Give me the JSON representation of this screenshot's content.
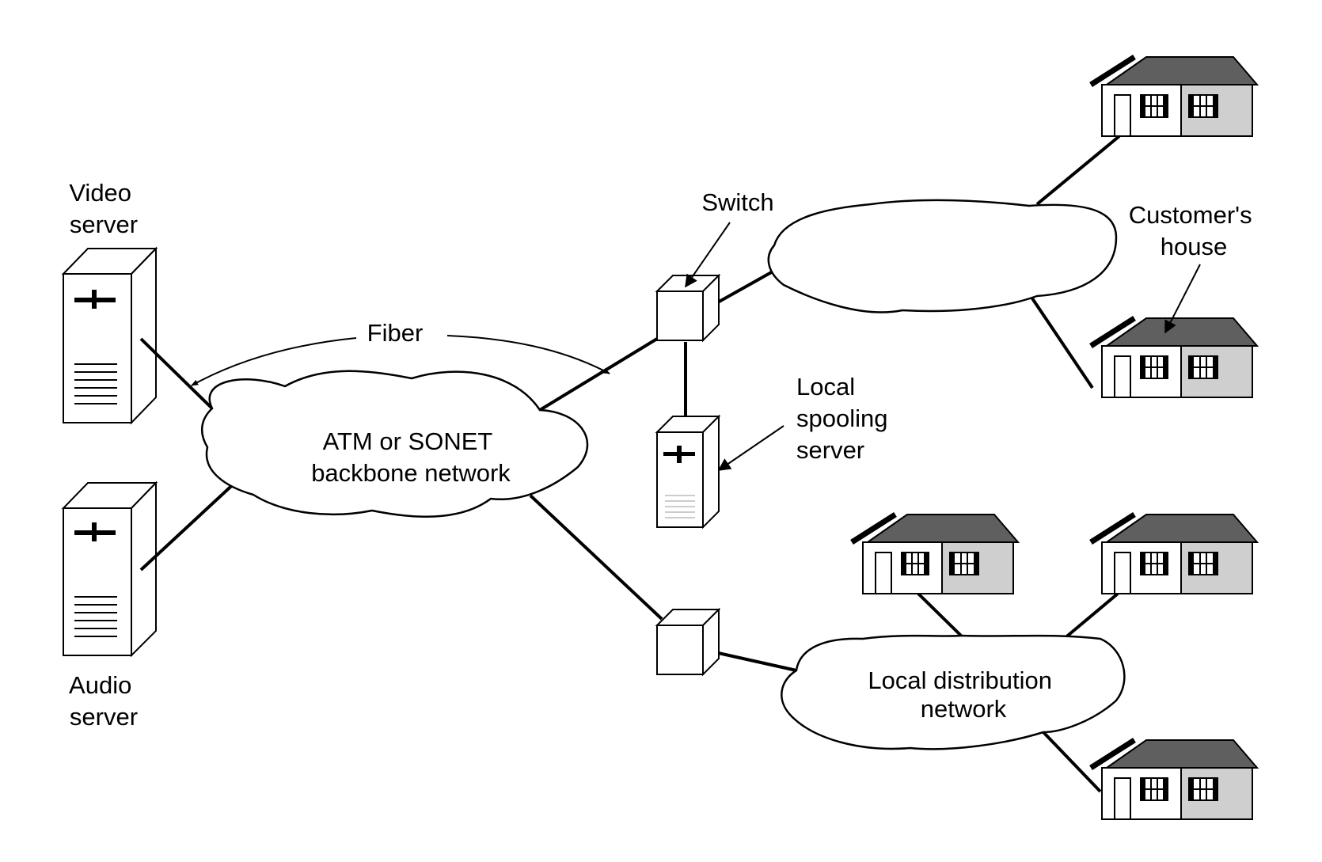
{
  "labels": {
    "video_server": [
      "Video",
      "server"
    ],
    "audio_server": [
      "Audio",
      "server"
    ],
    "fiber": "Fiber",
    "backbone": [
      "ATM or SONET",
      "backbone network"
    ],
    "switch": "Switch",
    "local_spooling_server": [
      "Local",
      "spooling",
      "server"
    ],
    "customers_house": [
      "Customer's",
      "house"
    ],
    "local_distribution": [
      "Local distribution",
      "network"
    ]
  }
}
